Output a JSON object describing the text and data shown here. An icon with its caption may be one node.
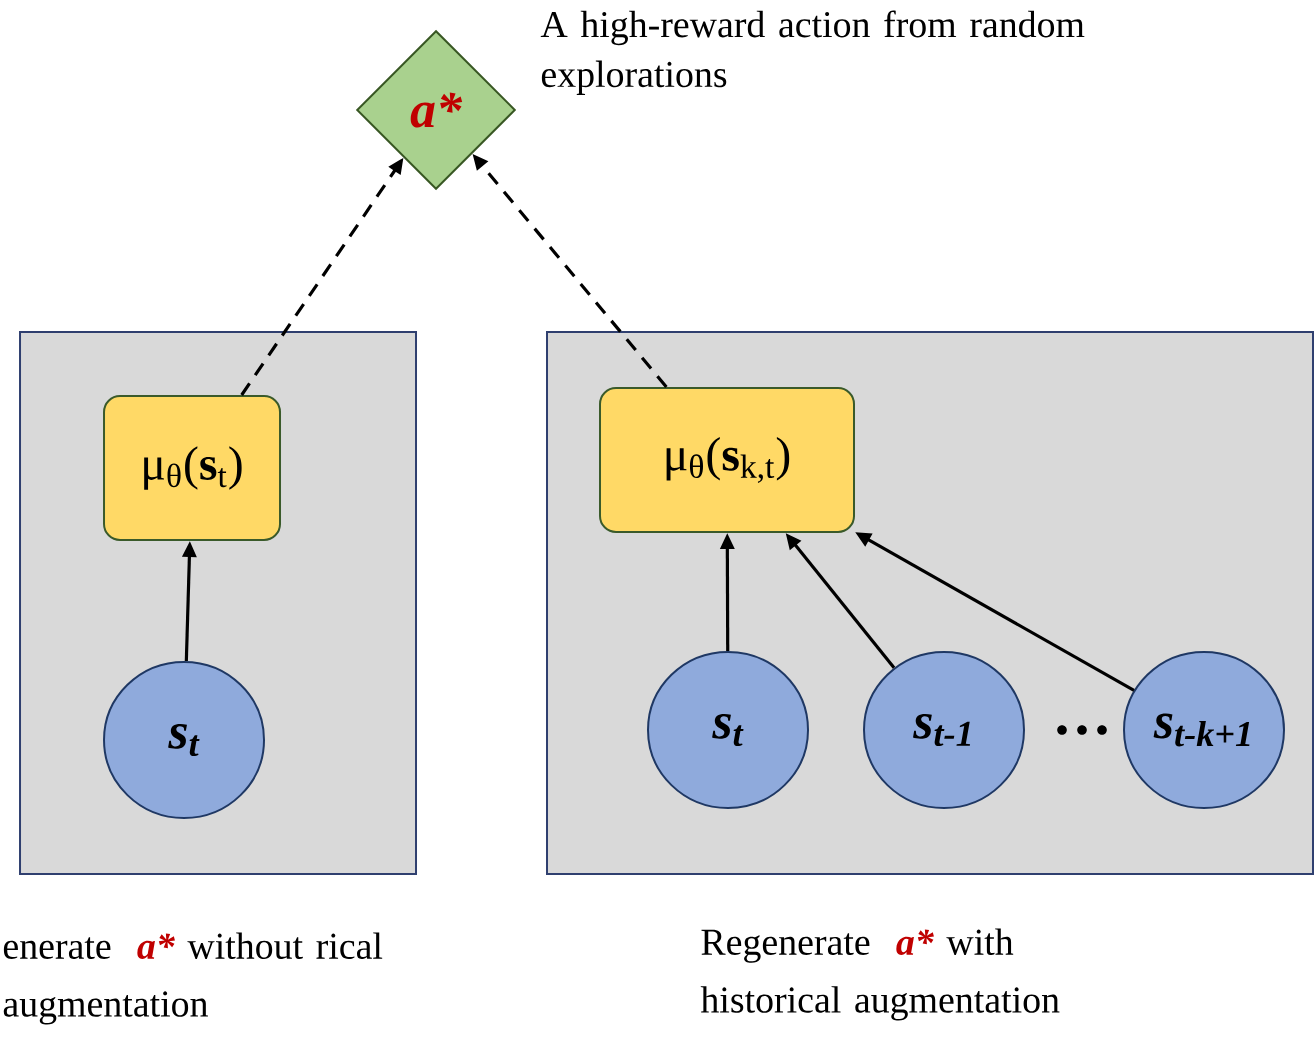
{
  "diagram": {
    "nodes": [
      {
        "text": [
          "a*"
        ],
        "beside": [
          "A high-reward action from random explorations"
        ]
      },
      {
        "text": [],
        "shape": "box"
      },
      {
        "text": [
          "μ$_{θ}$(**s**$_{t}$)"
        ],
        "in": 1
      },
      {
        "text": [
          "s$_{t}$"
        ],
        "in": 1
      },
      {
        "text": [],
        "shape": "box"
      },
      {
        "text": [
          "μ$_{θ}$(**s**$_{k,t}$)"
        ],
        "in": 4
      },
      {
        "text": [
          "s$_{t}$"
        ],
        "in": 4
      },
      {
        "text": [
          "s$_{t-1}$"
        ],
        "in": 4
      },
      {
        "text": [
          "s$_{t-k+1}$"
        ],
        "in": 4
      }
    ],
    "edges": [
      {
        "from": 2,
        "to": 0,
        "arrow": "to",
        "style": "dashed"
      },
      {
        "from": 5,
        "to": 0,
        "arrow": "to",
        "style": "dashed"
      },
      {
        "from": 3,
        "to": 2,
        "arrow": "to"
      },
      {
        "from": 6,
        "to": 5,
        "arrow": "to"
      },
      {
        "from": 7,
        "to": 5,
        "arrow": "to"
      },
      {
        "from": 8,
        "to": 5,
        "arrow": "to"
      }
    ],
    "labels": [
      "enerate",
      "a*",
      "without rical augmentation",
      "Regenerate",
      "a*",
      "with historical augmentation"
    ]
  }
}
